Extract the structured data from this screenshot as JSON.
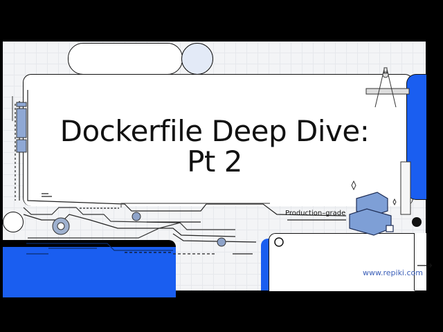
{
  "title": {
    "line1": "Dockerfile Deep Dive:",
    "line2": "Pt 2"
  },
  "illustration": {
    "tag_label": "Production–grade",
    "icons": [
      "compass-icon",
      "ruler-icon",
      "gear-icon",
      "container-stack-icon",
      "lock-icon",
      "sparkle-icon",
      "arrow-right-icon"
    ]
  },
  "footer": {
    "url": "www.repiki.com"
  },
  "colors": {
    "accent_blue": "#1a5ef0",
    "container_blue": "#7e9fd6",
    "url_blue": "#3b5fb8",
    "ink": "#111111"
  }
}
